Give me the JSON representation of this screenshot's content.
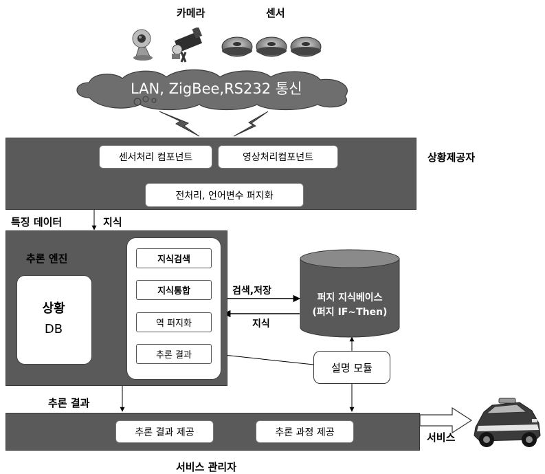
{
  "devices": {
    "camera_label": "카메라",
    "sensor_label": "센서"
  },
  "network": {
    "label": "LAN, ZigBee,RS232 통신"
  },
  "provider": {
    "title": "상황제공자",
    "sensor_component": "센서처리 컴포넌트",
    "image_component": "영상처리컴포넌트",
    "preprocess": "전처리, 언어변수 퍼지화"
  },
  "flow": {
    "feature_data": "특징 데이터",
    "knowledge": "지식",
    "search_store": "검색,저장",
    "knowledge_back": "지식",
    "inference_result": "추론 결과"
  },
  "engine": {
    "title": "추론 엔진",
    "context_db": {
      "line1": "상황",
      "line2": "DB"
    },
    "modules": [
      "지식검색",
      "지식통합",
      "역 퍼지화",
      "추론 결과"
    ]
  },
  "knowledge_base": {
    "line1": "퍼지 지식베이스",
    "line2": "(퍼지 IF~Then)"
  },
  "explanation": {
    "label": "설명 모듈"
  },
  "service_manager": {
    "title": "서비스 관리자",
    "result_provide": "추론 결과 제공",
    "process_provide": "추론 과정 제공",
    "service_label": "서비스"
  },
  "colors": {
    "band": "#5a5a5a",
    "cloud": "#6e6e6e",
    "cylinder_body": "#595959",
    "cylinder_top": "#8a8a8a"
  }
}
